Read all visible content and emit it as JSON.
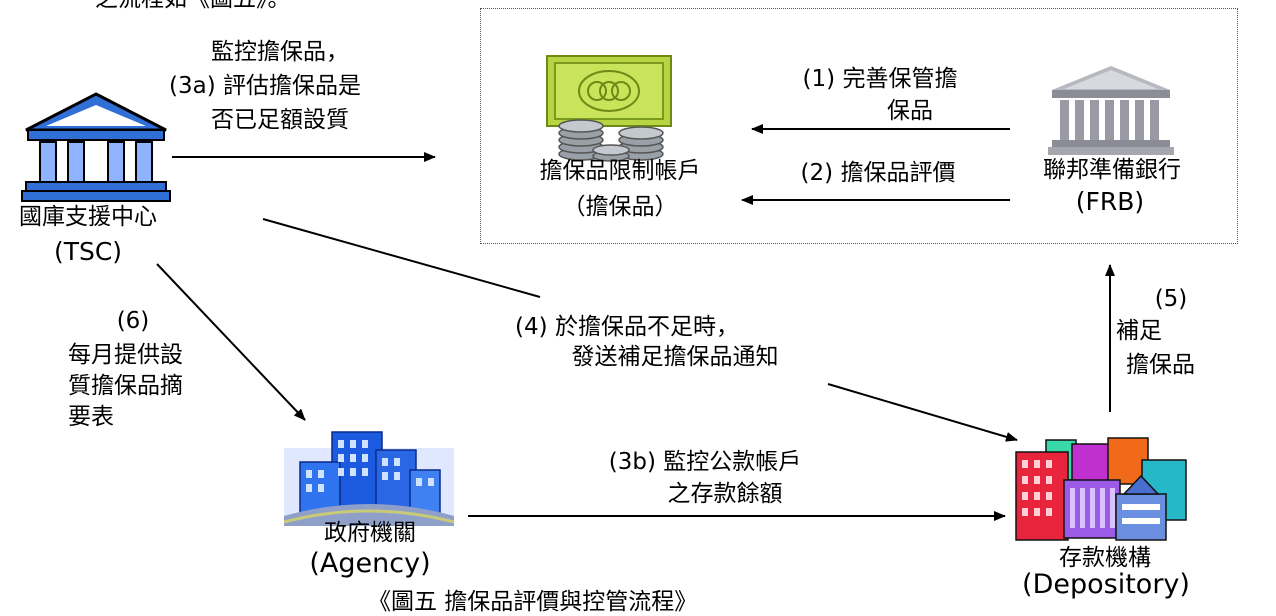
{
  "top_fragment": "之流程如《圖五》。",
  "caption_fragment": "《圖五 擔保品評價與控管流程》",
  "nodes": {
    "tsc": {
      "name": "國庫支援中心",
      "abbr": "(TSC)"
    },
    "account": {
      "name": "擔保品限制帳戶",
      "sub": "（擔保品）"
    },
    "frb": {
      "name": "聯邦準備銀行",
      "abbr": "(FRB)"
    },
    "agency": {
      "name": "政府機關",
      "abbr": "(Agency)"
    },
    "depository": {
      "name": "存款機構",
      "abbr": "(Depository)"
    }
  },
  "edges": {
    "e3a": {
      "line1": "監控擔保品，",
      "line2": "(3a) 評估擔保品是",
      "line3": "否已足額設質"
    },
    "e1": {
      "line1": "(1) 完善保管擔",
      "line2": "保品"
    },
    "e2": {
      "line1": "(2) 擔保品評價"
    },
    "e4": {
      "line1": "(4) 於擔保品不足時，",
      "line2": "發送補足擔保品通知"
    },
    "e5": {
      "line1": "(5)",
      "line2": "補足",
      "line3": "擔保品"
    },
    "e6": {
      "line1": "(6)",
      "line2": "每月提供設",
      "line3": "質擔保品摘",
      "line4": "要表"
    },
    "e3b": {
      "line1": "(3b) 監控公款帳戶",
      "line2": "之存款餘額"
    }
  }
}
